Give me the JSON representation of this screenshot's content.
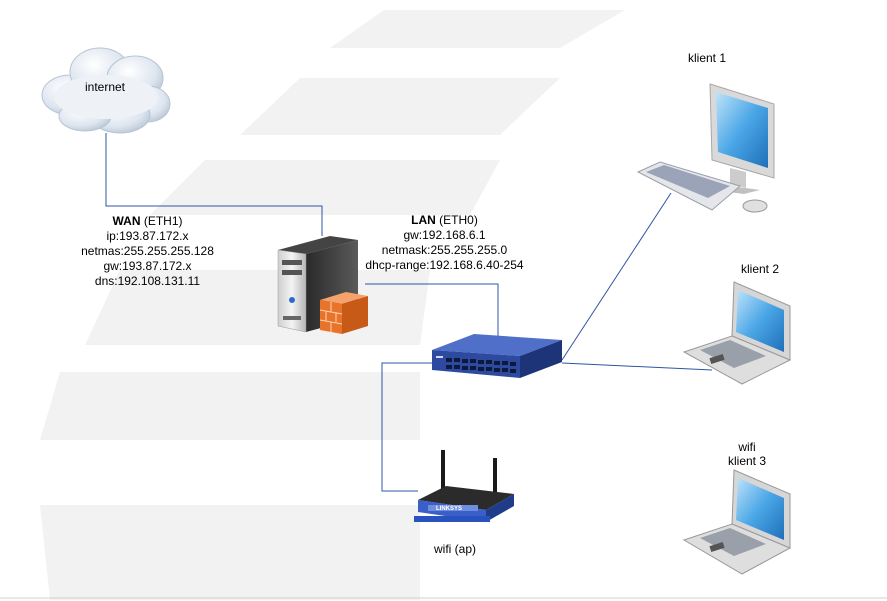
{
  "colors": {
    "link_line": "#2f55a4",
    "background_stripes": "#f2f2f2",
    "switch_body": "#2d4aa0",
    "firewall": "#e8742b"
  },
  "icons": {
    "cloud": "cloud-icon",
    "server": "server-firewall-icon",
    "switch": "network-switch-icon",
    "router": "wifi-router-icon",
    "desktop": "desktop-computer-icon",
    "laptop": "laptop-icon"
  },
  "nodes": {
    "internet": {
      "label": "internet"
    },
    "wan": {
      "title": "WAN",
      "suffix": " (ETH1)",
      "lines": [
        "ip:193.87.172.x",
        "netmas:255.255.255.128",
        "gw:193.87.172.x",
        "dns:192.108.131.11"
      ]
    },
    "lan": {
      "title": "LAN",
      "suffix": " (ETH0)",
      "lines": [
        "gw:192.168.6.1",
        "netmask:255.255.255.0",
        "dhcp-range:192.168.6.40-254"
      ]
    },
    "ap": {
      "label": "wifi (ap)"
    },
    "client1": {
      "label": "klient 1"
    },
    "client2": {
      "label": "klient 2"
    },
    "client3": {
      "line1": "wifi",
      "line2": "klient 3"
    }
  }
}
